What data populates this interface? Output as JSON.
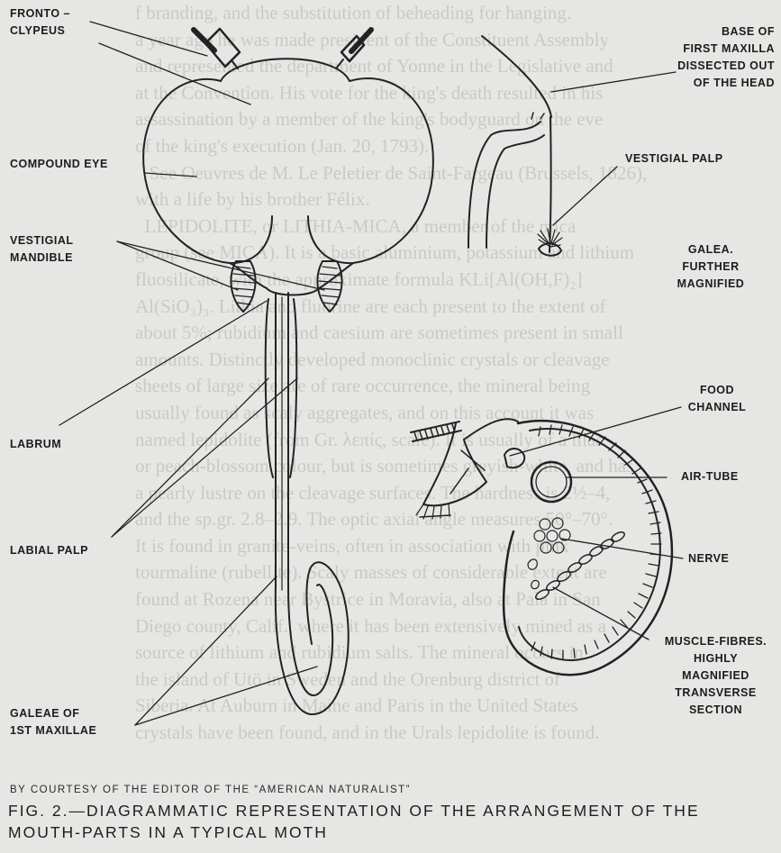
{
  "labels": {
    "fronto_clypeus": [
      "Fronto –",
      "Clypeus"
    ],
    "compound_eye": "Compound Eye",
    "vestigial_mandible": [
      "Vestigial",
      "Mandible"
    ],
    "labrum": "Labrum",
    "labial_palp": "Labial Palp",
    "galeae_1st_maxillae": [
      "Galeae of",
      "1st Maxillae"
    ],
    "base_first_maxilla": [
      "Base of",
      "First Maxilla",
      "dissected out",
      "of the Head"
    ],
    "vestigial_palp": "Vestigial Palp",
    "galea_further": [
      "Galea.",
      "Further",
      "magnified"
    ],
    "food_channel": [
      "Food",
      "Channel"
    ],
    "air_tube": "Air-tube",
    "nerve": "Nerve",
    "muscle_section": [
      "Muscle-fibres.",
      "Highly",
      "magnified",
      "Transverse",
      "Section"
    ]
  },
  "credit": "by courtesy of the editor of the “american naturalist”",
  "caption": "Fig. 2.—Diagrammatic representation of the arrangement of the mouth-parts in a typical moth",
  "background_text": [
    "f branding, and the substitution of beheading for hanging.",
    "a year ago he was made president of the Constituent Assembly",
    "and represented the department of Yonne in the Legislative and",
    "at the Convention. His vote for the king's death resulted in his",
    "assassination by a member of the king's bodyguard on the eve",
    "of the king's execution (Jan. 20, 1793).",
    "   See Oeuvres de M. Le Peletier de Saint-Fargeau (Brussels, 1826),",
    "with a life by his brother Félix.",
    "  LEPIDOLITE, or LITHIA-MICA, a member of the mica",
    "group (see MICA). It is a basic aluminium, potassium and lithium",
    "fluosilicate, with the approximate formula KLi[Al(OH,F)₂]",
    "Al(SiO₃)₃. Lithia and fluorine are each present to the extent of",
    "about 5%; rubidium and caesium are sometimes present in small",
    "amounts. Distinctly developed monoclinic crystals or cleavage",
    "sheets of large size are of rare occurrence, the mineral being",
    "usually found as scaly aggregates, and on this account it was",
    "named lepidolite (from Gr. λεπίς, scale). It is usually of a lilac",
    "or peach-blossom colour, but is sometimes greyish-white, and has",
    "a pearly lustre on the cleavage surfaces. The hardness is 2½–4,",
    "and the sp.gr. 2.8–2.9. The optic axial angle measures 50°–70°.",
    "It is found in granite-veins, often in association with pink",
    "tourmaline (rubellite). Scaly masses of considerable extent are",
    "found at Rozena near Bystrice in Moravia, also at Pala in San",
    "Diego county, Calif., where it has been extensively mined as a",
    "source of lithium and rubidium salts. The mineral occurs in",
    "the island of Utö in Sweden and the Orenburg district of",
    "Siberia. At Auburn in Maine and Paris in the United States",
    "crystals have been found, and in the Urals lepidolite is found."
  ]
}
